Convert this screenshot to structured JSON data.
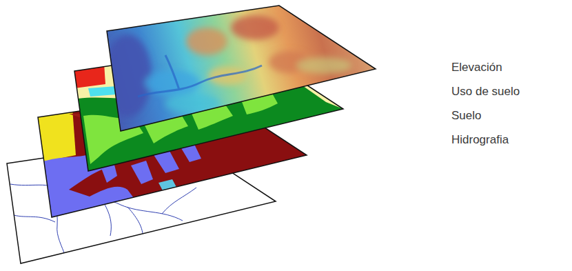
{
  "diagram": {
    "labels": [
      "Elevación",
      "Uso de suelo",
      "Suelo",
      "Hidrografia"
    ]
  }
}
